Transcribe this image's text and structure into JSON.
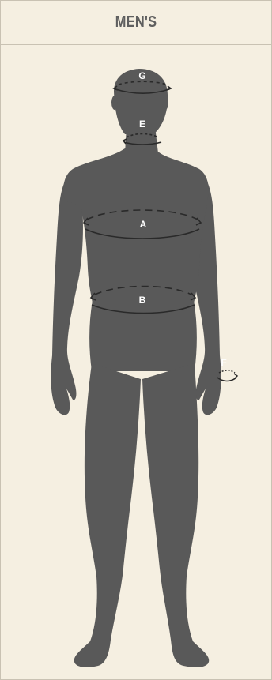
{
  "header": {
    "title": "MEN'S"
  },
  "figure": {
    "body_color": "#595959",
    "background": "#f5efe1",
    "measurement_line_color": "#2a2a2a",
    "label_color": "#ffffff",
    "labels": {
      "head": "G",
      "neck": "E",
      "chest": "A",
      "waist": "B",
      "wrist": "F"
    }
  }
}
